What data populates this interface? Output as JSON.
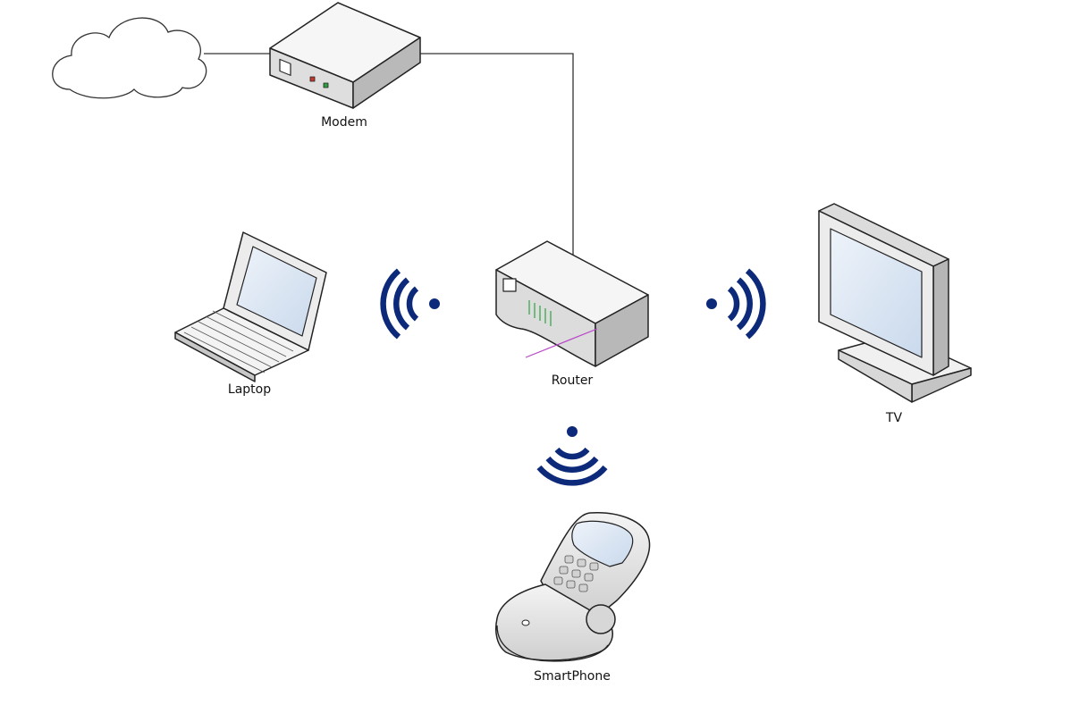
{
  "diagram": {
    "nodes": {
      "internet": {
        "label": "",
        "icon": "cloud-icon"
      },
      "modem": {
        "label": "Modem",
        "icon": "modem-icon"
      },
      "router": {
        "label": "Router",
        "icon": "router-icon"
      },
      "laptop": {
        "label": "Laptop",
        "icon": "laptop-icon"
      },
      "tv": {
        "label": "TV",
        "icon": "tv-icon"
      },
      "smartphone": {
        "label": "SmartPhone",
        "icon": "smartphone-icon"
      }
    },
    "connections": [
      {
        "from": "internet",
        "to": "modem",
        "kind": "wired"
      },
      {
        "from": "modem",
        "to": "router",
        "kind": "wired"
      },
      {
        "from": "router",
        "to": "laptop",
        "kind": "wireless"
      },
      {
        "from": "router",
        "to": "tv",
        "kind": "wireless"
      },
      {
        "from": "router",
        "to": "smartphone",
        "kind": "wireless"
      }
    ],
    "colors": {
      "wifi_signal": "#0d2a7a",
      "wire": "#333333",
      "device_body": "#e6e6e6",
      "device_outline": "#222222",
      "screen": "#dbe6f3",
      "router_led": "#3aa84a",
      "router_cable": "#b844c8",
      "modem_led_red": "#c0392b",
      "modem_led_green": "#2e9e44"
    }
  }
}
